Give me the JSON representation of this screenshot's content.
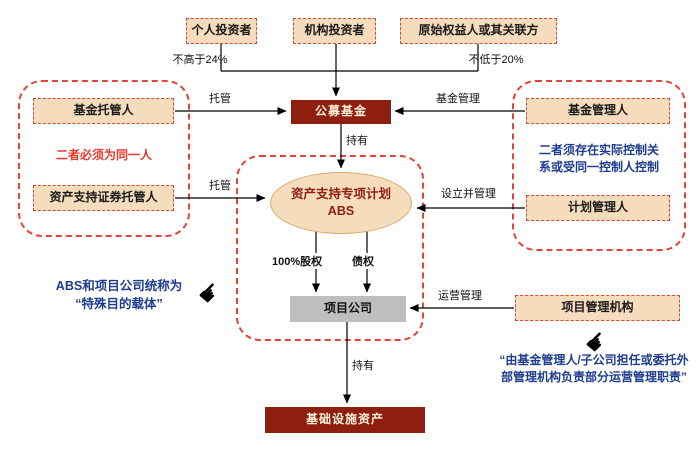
{
  "nodes": {
    "individual_investor": "个人投资者",
    "institutional_investor": "机构投资者",
    "original_equity_holder": "原始权益人或其关联方",
    "public_fund": "公募基金",
    "fund_custodian": "基金托管人",
    "abs_custodian": "资产支持证券托管人",
    "fund_manager": "基金管理人",
    "plan_manager": "计划管理人",
    "abs_plan_title": "资产支持专项计划",
    "abs_plan_subtitle": "ABS",
    "project_company": "项目公司",
    "project_mgmt_org": "项目管理机构",
    "infrastructure_assets": "基础设施资产"
  },
  "edges": {
    "cap_individual": "不高于24%",
    "floor_original": "不低于20%",
    "custody_fund": "托管",
    "fund_management": "基金管理",
    "hold_fund": "持有",
    "custody_abs": "托管",
    "establish_manage": "设立并管理",
    "equity_100pct": "100%股权",
    "creditor_right": "债权",
    "operation_mgmt": "运营管理",
    "hold_asset": "持有"
  },
  "notes": {
    "same_person": "二者必须为同一人",
    "control_line1": "二者须存在实际控制关",
    "control_line2": "系或受同一控制人控制",
    "spv_line1": "ABS和项目公司统称为",
    "spv_line2": "“特殊目的载体”",
    "delegation_line1": "“由基金管理人/子公司担任或委托外",
    "delegation_line2": "部管理机构负责部分运营管理职责”"
  },
  "icons": {
    "pointer_hand": "☛"
  },
  "colors": {
    "tan_fill": "#F4DCBC",
    "dark_red_fill": "#8E1E0E",
    "gray_fill": "#BFBFBF",
    "dashed_border_red": "#E2443C",
    "note_blue": "#1F3D8F",
    "note_red": "#E8392E"
  }
}
